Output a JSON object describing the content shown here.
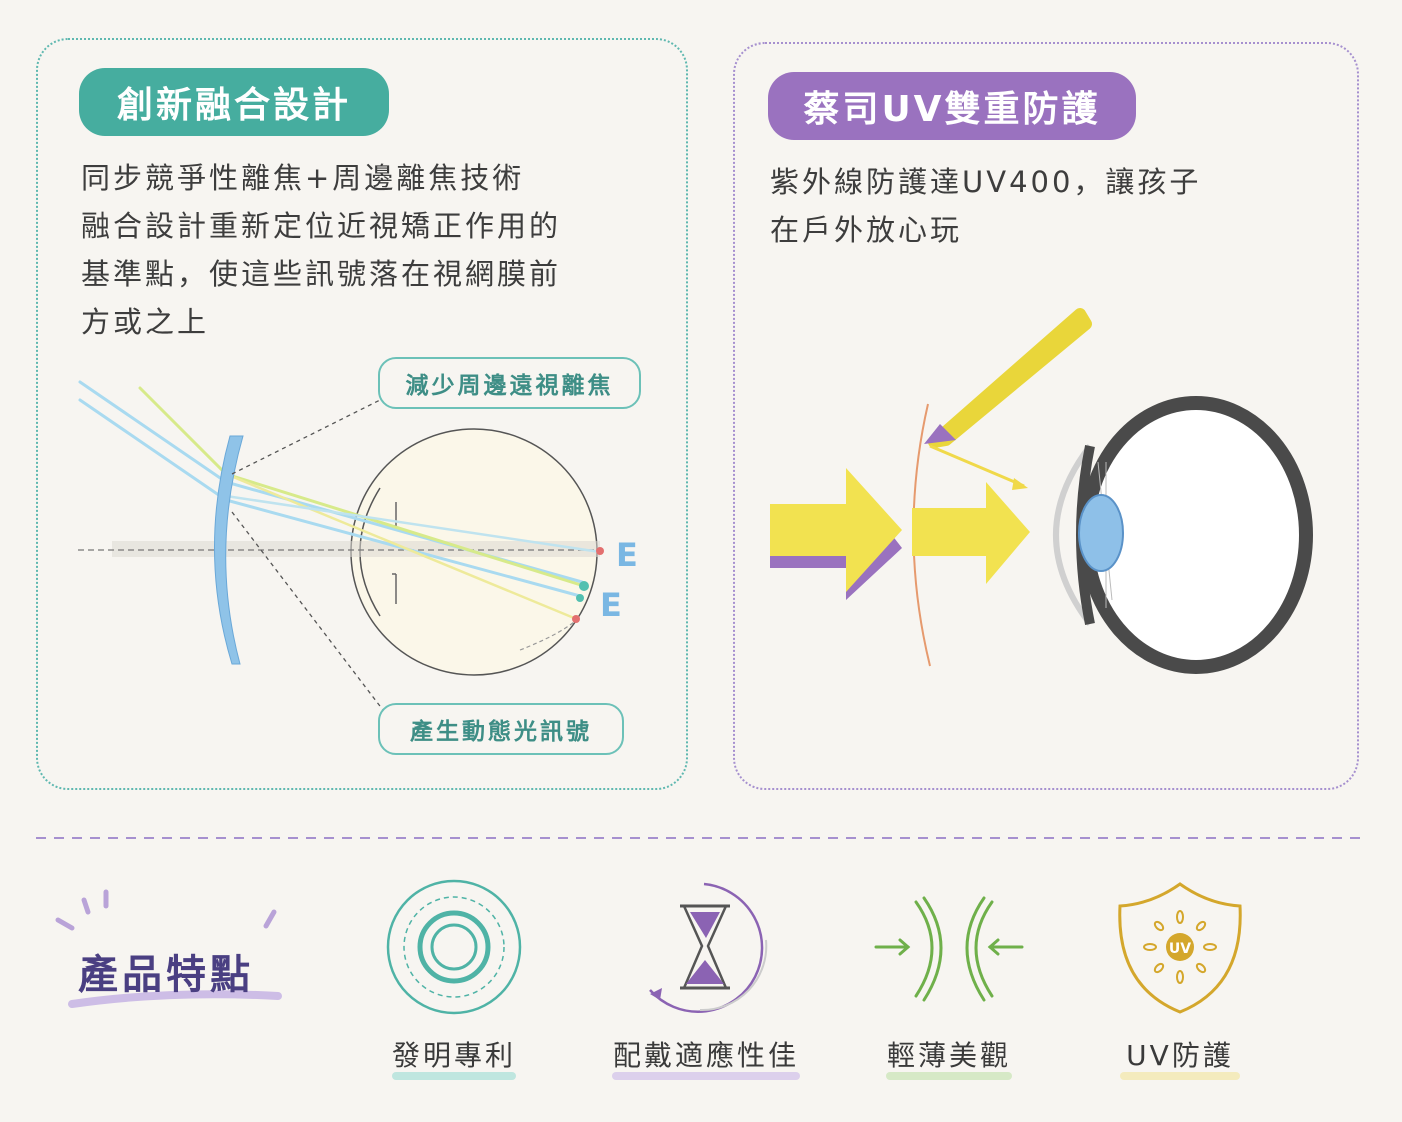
{
  "left_panel": {
    "title": "創新融合設計",
    "description_lines": [
      "同步競爭性離焦+周邊離焦技術",
      "融合設計重新定位近視矯正作用的",
      "基準點，使這些訊號落在視網膜前",
      "方或之上"
    ],
    "callout_top": "減少周邊遠視離焦",
    "callout_bottom": "產生動態光訊號",
    "retina_letter_1": "E",
    "retina_letter_2": "E"
  },
  "right_panel": {
    "title": "蔡司UV雙重防護",
    "description_lines": [
      "紫外線防護達UV400，讓孩子",
      "在戶外放心玩"
    ]
  },
  "features": {
    "heading": "產品特點",
    "items": [
      {
        "label": "發明專利",
        "icon": "concentric-rings-icon",
        "color": "#4fb3a6"
      },
      {
        "label": "配戴適應性佳",
        "icon": "hourglass-icon",
        "color": "#8b63b3"
      },
      {
        "label": "輕薄美觀",
        "icon": "thin-lens-icon",
        "color": "#6fb04a"
      },
      {
        "label": "UV防護",
        "icon": "uv-shield-icon",
        "color": "#d4a72c",
        "badge": "UV"
      }
    ]
  },
  "colors": {
    "teal": "#46ad9f",
    "purple": "#9a72bf",
    "yellow": "#f2e250",
    "navy": "#4a3f82"
  }
}
